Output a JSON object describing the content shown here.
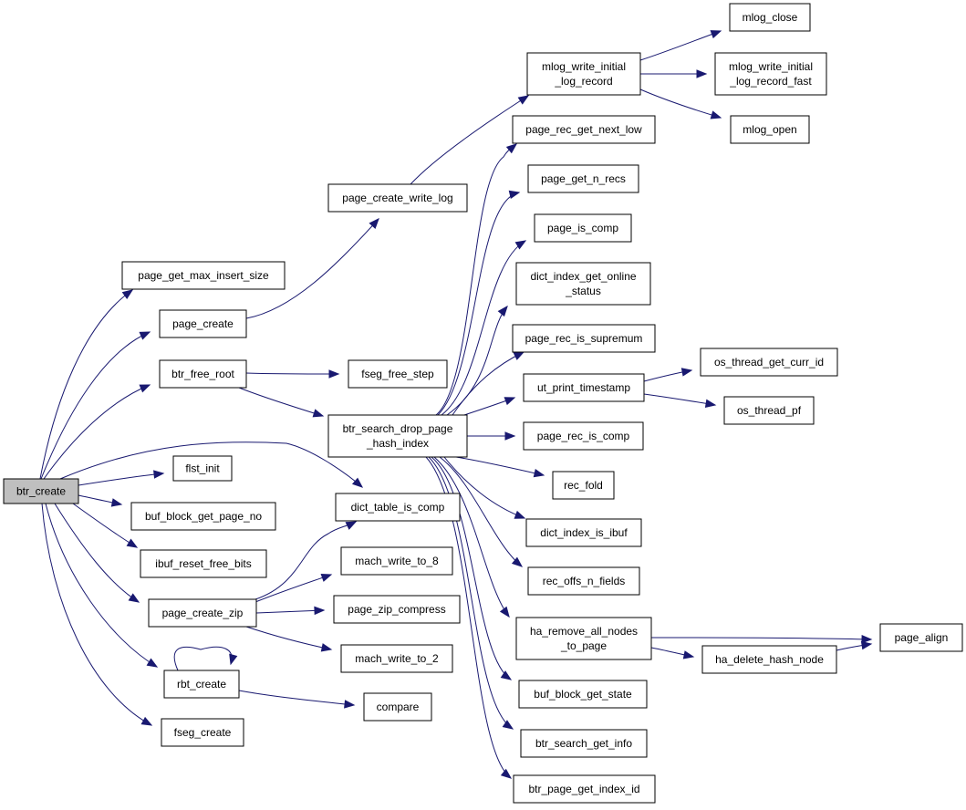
{
  "diagram": {
    "colors": {
      "edge": "#191970",
      "node_border": "#000000",
      "root_fill": "#bfbfbf",
      "node_fill": "#ffffff"
    },
    "nodes": [
      {
        "id": "btr_create",
        "lines": [
          "btr_create"
        ],
        "root": true
      },
      {
        "id": "page_get_max_insert_size",
        "lines": [
          "page_get_max_insert_size"
        ]
      },
      {
        "id": "page_create",
        "lines": [
          "page_create"
        ]
      },
      {
        "id": "btr_free_root",
        "lines": [
          "btr_free_root"
        ]
      },
      {
        "id": "flst_init",
        "lines": [
          "flst_init"
        ]
      },
      {
        "id": "buf_block_get_page_no",
        "lines": [
          "buf_block_get_page_no"
        ]
      },
      {
        "id": "ibuf_reset_free_bits",
        "lines": [
          "ibuf_reset_free_bits"
        ]
      },
      {
        "id": "page_create_zip",
        "lines": [
          "page_create_zip"
        ]
      },
      {
        "id": "rbt_create",
        "lines": [
          "rbt_create"
        ]
      },
      {
        "id": "fseg_create",
        "lines": [
          "fseg_create"
        ]
      },
      {
        "id": "page_create_write_log",
        "lines": [
          "page_create_write_log"
        ]
      },
      {
        "id": "fseg_free_step",
        "lines": [
          "fseg_free_step"
        ]
      },
      {
        "id": "btr_search_drop_page_hash_index",
        "lines": [
          "btr_search_drop_page",
          "_hash_index"
        ]
      },
      {
        "id": "dict_table_is_comp",
        "lines": [
          "dict_table_is_comp"
        ]
      },
      {
        "id": "mach_write_to_8",
        "lines": [
          "mach_write_to_8"
        ]
      },
      {
        "id": "page_zip_compress",
        "lines": [
          "page_zip_compress"
        ]
      },
      {
        "id": "mach_write_to_2",
        "lines": [
          "mach_write_to_2"
        ]
      },
      {
        "id": "compare",
        "lines": [
          "compare"
        ]
      },
      {
        "id": "mlog_write_initial_log_record",
        "lines": [
          "mlog_write_initial",
          "_log_record"
        ]
      },
      {
        "id": "page_rec_get_next_low",
        "lines": [
          "page_rec_get_next_low"
        ]
      },
      {
        "id": "page_get_n_recs",
        "lines": [
          "page_get_n_recs"
        ]
      },
      {
        "id": "page_is_comp",
        "lines": [
          "page_is_comp"
        ]
      },
      {
        "id": "dict_index_get_online_status",
        "lines": [
          "dict_index_get_online",
          "_status"
        ]
      },
      {
        "id": "page_rec_is_supremum",
        "lines": [
          "page_rec_is_supremum"
        ]
      },
      {
        "id": "ut_print_timestamp",
        "lines": [
          "ut_print_timestamp"
        ]
      },
      {
        "id": "page_rec_is_comp",
        "lines": [
          "page_rec_is_comp"
        ]
      },
      {
        "id": "rec_fold",
        "lines": [
          "rec_fold"
        ]
      },
      {
        "id": "dict_index_is_ibuf",
        "lines": [
          "dict_index_is_ibuf"
        ]
      },
      {
        "id": "rec_offs_n_fields",
        "lines": [
          "rec_offs_n_fields"
        ]
      },
      {
        "id": "ha_remove_all_nodes_to_page",
        "lines": [
          "ha_remove_all_nodes",
          "_to_page"
        ]
      },
      {
        "id": "buf_block_get_state",
        "lines": [
          "buf_block_get_state"
        ]
      },
      {
        "id": "btr_search_get_info",
        "lines": [
          "btr_search_get_info"
        ]
      },
      {
        "id": "btr_page_get_index_id",
        "lines": [
          "btr_page_get_index_id"
        ]
      },
      {
        "id": "mlog_close",
        "lines": [
          "mlog_close"
        ]
      },
      {
        "id": "mlog_write_initial_log_record_fast",
        "lines": [
          "mlog_write_initial",
          "_log_record_fast"
        ]
      },
      {
        "id": "mlog_open",
        "lines": [
          "mlog_open"
        ]
      },
      {
        "id": "os_thread_get_curr_id",
        "lines": [
          "os_thread_get_curr_id"
        ]
      },
      {
        "id": "os_thread_pf",
        "lines": [
          "os_thread_pf"
        ]
      },
      {
        "id": "ha_delete_hash_node",
        "lines": [
          "ha_delete_hash_node"
        ]
      },
      {
        "id": "page_align",
        "lines": [
          "page_align"
        ]
      }
    ],
    "edges": [
      {
        "from": "btr_create",
        "to": "page_get_max_insert_size"
      },
      {
        "from": "btr_create",
        "to": "page_create"
      },
      {
        "from": "btr_create",
        "to": "btr_free_root"
      },
      {
        "from": "btr_create",
        "to": "dict_table_is_comp"
      },
      {
        "from": "btr_create",
        "to": "flst_init"
      },
      {
        "from": "btr_create",
        "to": "buf_block_get_page_no"
      },
      {
        "from": "btr_create",
        "to": "ibuf_reset_free_bits"
      },
      {
        "from": "btr_create",
        "to": "page_create_zip"
      },
      {
        "from": "btr_create",
        "to": "rbt_create"
      },
      {
        "from": "btr_create",
        "to": "fseg_create"
      },
      {
        "from": "page_create",
        "to": "page_create_write_log"
      },
      {
        "from": "page_create_write_log",
        "to": "mlog_write_initial_log_record"
      },
      {
        "from": "btr_free_root",
        "to": "fseg_free_step"
      },
      {
        "from": "btr_free_root",
        "to": "btr_search_drop_page_hash_index"
      },
      {
        "from": "page_create_zip",
        "to": "dict_table_is_comp"
      },
      {
        "from": "page_create_zip",
        "to": "mach_write_to_8"
      },
      {
        "from": "page_create_zip",
        "to": "page_zip_compress"
      },
      {
        "from": "page_create_zip",
        "to": "mach_write_to_2"
      },
      {
        "from": "rbt_create",
        "to": "rbt_create"
      },
      {
        "from": "rbt_create",
        "to": "compare"
      },
      {
        "from": "mlog_write_initial_log_record",
        "to": "mlog_close"
      },
      {
        "from": "mlog_write_initial_log_record",
        "to": "mlog_write_initial_log_record_fast"
      },
      {
        "from": "mlog_write_initial_log_record",
        "to": "mlog_open"
      },
      {
        "from": "btr_search_drop_page_hash_index",
        "to": "page_rec_get_next_low"
      },
      {
        "from": "btr_search_drop_page_hash_index",
        "to": "page_get_n_recs"
      },
      {
        "from": "btr_search_drop_page_hash_index",
        "to": "page_is_comp"
      },
      {
        "from": "btr_search_drop_page_hash_index",
        "to": "dict_index_get_online_status"
      },
      {
        "from": "btr_search_drop_page_hash_index",
        "to": "page_rec_is_supremum"
      },
      {
        "from": "btr_search_drop_page_hash_index",
        "to": "ut_print_timestamp"
      },
      {
        "from": "btr_search_drop_page_hash_index",
        "to": "page_rec_is_comp"
      },
      {
        "from": "btr_search_drop_page_hash_index",
        "to": "rec_fold"
      },
      {
        "from": "btr_search_drop_page_hash_index",
        "to": "dict_index_is_ibuf"
      },
      {
        "from": "btr_search_drop_page_hash_index",
        "to": "rec_offs_n_fields"
      },
      {
        "from": "btr_search_drop_page_hash_index",
        "to": "ha_remove_all_nodes_to_page"
      },
      {
        "from": "btr_search_drop_page_hash_index",
        "to": "buf_block_get_state"
      },
      {
        "from": "btr_search_drop_page_hash_index",
        "to": "btr_search_get_info"
      },
      {
        "from": "btr_search_drop_page_hash_index",
        "to": "btr_page_get_index_id"
      },
      {
        "from": "ut_print_timestamp",
        "to": "os_thread_get_curr_id"
      },
      {
        "from": "ut_print_timestamp",
        "to": "os_thread_pf"
      },
      {
        "from": "ha_remove_all_nodes_to_page",
        "to": "page_align"
      },
      {
        "from": "ha_remove_all_nodes_to_page",
        "to": "ha_delete_hash_node"
      },
      {
        "from": "ha_delete_hash_node",
        "to": "page_align"
      }
    ]
  }
}
